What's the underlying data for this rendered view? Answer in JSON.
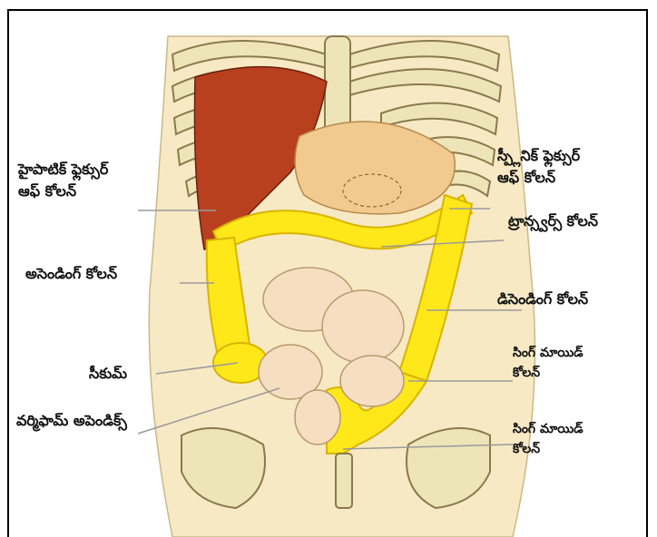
{
  "labels": {
    "hepatic_flexure": {
      "line1": "హైపాటిక్ ఫ్లెక్సుర్",
      "line2": "ఆఫ్ కోలన్"
    },
    "splenic_flexure": {
      "line1": "స్ప్లీనిక్ ఫ్లెక్సుర్",
      "line2": "ఆఫ్ కోలన్"
    },
    "transverse_colon": "ట్రాన్స్వర్స్ కోలన్",
    "ascending_colon": "అసెండింగ్ కోలన్",
    "descending_colon": "డిసెండింగ్ కోలన్",
    "cecum": "సీకుమ్",
    "vermiform_appendix": "వర్మిఫామ్ అపెండిక్స్",
    "sigmoid_colon_upper": {
      "line1": "సింగ్ మాయిడ్",
      "line2": "కోలన్"
    },
    "sigmoid_colon_lower": {
      "line1": "సింగ్ మాయిడ్",
      "line2": "కోలన్"
    }
  },
  "colors": {
    "skin": "#f7e9c4",
    "bone": "#ede5b8",
    "bone_outline": "#8a7a4c",
    "liver": "#b8401f",
    "stomach": "#f2c98e",
    "colon": "#ffe81a",
    "colon_shade": "#d8b400",
    "small_intestine": "#f6dfc0",
    "leader_line": "#9a9a9a"
  }
}
